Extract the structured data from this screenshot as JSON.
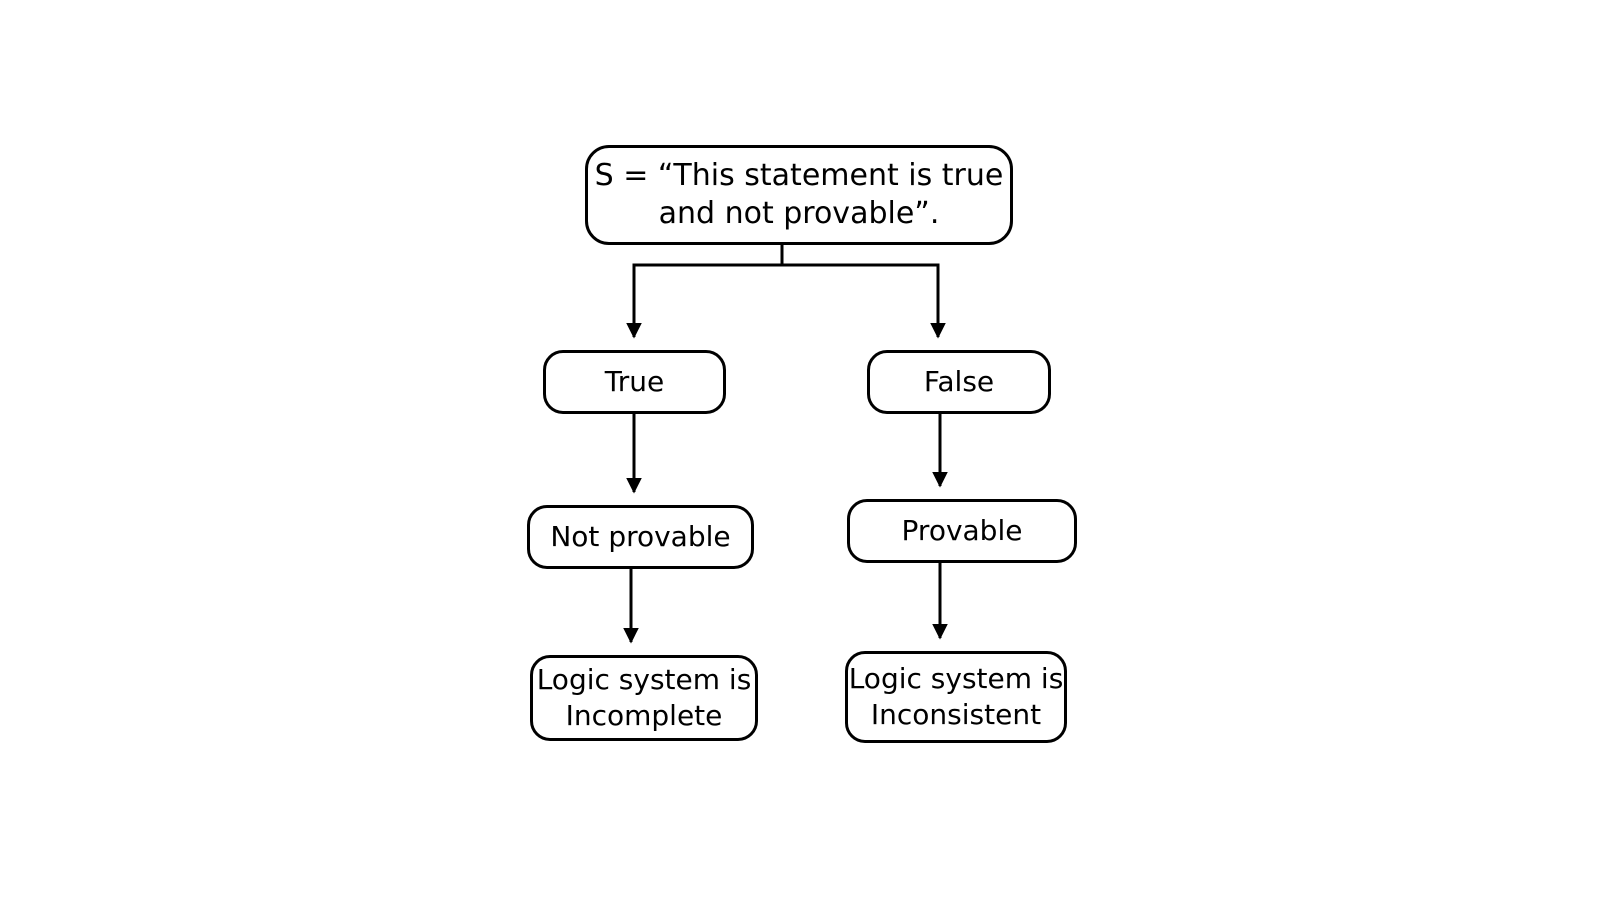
{
  "diagram": {
    "type": "flowchart",
    "title": "",
    "background_color": "#ffffff",
    "stroke_color": "#000000",
    "text_color": "#000000",
    "nodes": [
      {
        "id": "root",
        "label": "S = “This statement is true\nand not provable”.",
        "shape": "rounded-rectangle"
      },
      {
        "id": "true",
        "label": "True",
        "shape": "rounded-rectangle"
      },
      {
        "id": "false",
        "label": "False",
        "shape": "rounded-rectangle"
      },
      {
        "id": "not_provable",
        "label": "Not provable",
        "shape": "rounded-rectangle"
      },
      {
        "id": "provable",
        "label": "Provable",
        "shape": "rounded-rectangle"
      },
      {
        "id": "incomplete",
        "label": "Logic system is\nIncomplete",
        "shape": "rounded-rectangle"
      },
      {
        "id": "inconsistent",
        "label": "Logic system is\nInconsistent",
        "shape": "rounded-rectangle"
      }
    ],
    "edges": [
      {
        "from": "root",
        "to": "true",
        "label": "",
        "style": "elbow-arrow"
      },
      {
        "from": "root",
        "to": "false",
        "label": "",
        "style": "elbow-arrow"
      },
      {
        "from": "true",
        "to": "not_provable",
        "label": "",
        "style": "straight-arrow"
      },
      {
        "from": "false",
        "to": "provable",
        "label": "",
        "style": "straight-arrow"
      },
      {
        "from": "not_provable",
        "to": "incomplete",
        "label": "",
        "style": "straight-arrow"
      },
      {
        "from": "provable",
        "to": "inconsistent",
        "label": "",
        "style": "straight-arrow"
      }
    ]
  }
}
